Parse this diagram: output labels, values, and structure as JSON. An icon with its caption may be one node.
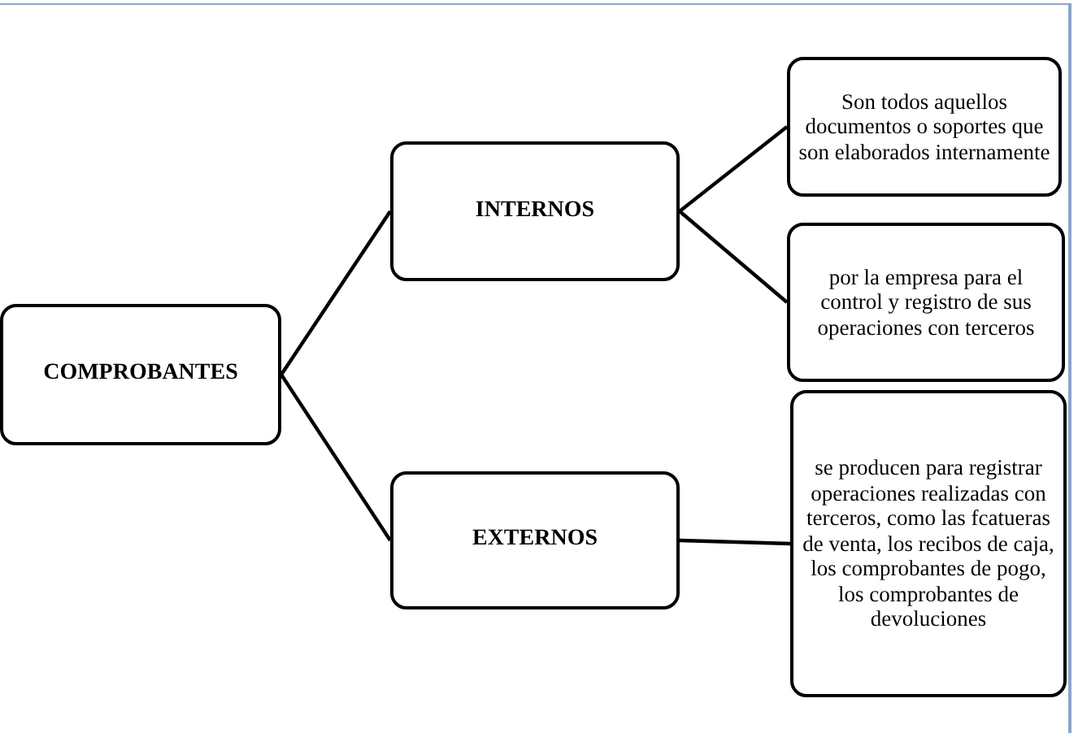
{
  "diagram": {
    "nodes": [
      {
        "text": [
          "COMPROBANTES"
        ]
      },
      {
        "text": [
          "INTERNOS"
        ]
      },
      {
        "text": [
          "EXTERNOS"
        ]
      },
      {
        "text": [
          "Son todos aquellos documentos o soportes que son elaborados internamente"
        ]
      },
      {
        "text": [
          "por la empresa para el control y registro de sus operaciones con terceros"
        ]
      },
      {
        "text": [
          "se producen para registrar operaciones realizadas con terceros, como las fcatueras de venta, los recibos de caja, los comprobantes de pogo, los comprobantes de devoluciones"
        ]
      }
    ],
    "edges": [
      {
        "from": 0,
        "to": 1,
        "arrow": "none"
      },
      {
        "from": 0,
        "to": 2,
        "arrow": "none"
      },
      {
        "from": 1,
        "to": 3,
        "arrow": "none"
      },
      {
        "from": 1,
        "to": 4,
        "arrow": "none"
      },
      {
        "from": 2,
        "to": 5,
        "arrow": "none"
      }
    ]
  }
}
